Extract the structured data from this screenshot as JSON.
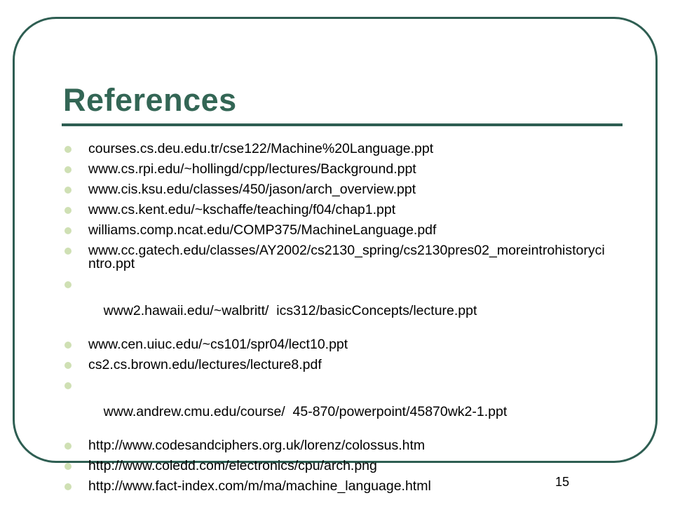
{
  "slide": {
    "title": "References",
    "page_number": "15",
    "accent_color": "#336655",
    "bullet_color": "#cfe0b4",
    "bullet_icon": "bullet-dot-icon"
  },
  "references": [
    "courses.cs.deu.edu.tr/cse122/Machine%20Language.ppt",
    "www.cs.rpi.edu/~hollingd/cpp/lectures/Background.ppt",
    "www.cis.ksu.edu/classes/450/jason/arch_overview.ppt",
    "www.cs.kent.edu/~kschaffe/teaching/f04/chap1.ppt",
    "williams.comp.ncat.edu/COMP375/MachineLanguage.pdf",
    "www.cc.gatech.edu/classes/AY2002/cs2130_spring/cs2130pres02_moreintrohistorycintro.ppt",
    "www2.hawaii.edu/~walbritt/  ics312/basicConcepts/lecture.ppt",
    "www.cen.uiuc.edu/~cs101/spr04/lect10.ppt",
    "cs2.cs.brown.edu/lectures/lecture8.pdf",
    "www.andrew.cmu.edu/course/  45-870/powerpoint/45870wk2-1.ppt",
    "http://www.codesandciphers.org.uk/lorenz/colossus.htm",
    "http://www.coledd.com/electronics/cpu/arch.png",
    "http://www.fact-index.com/m/ma/machine_language.html"
  ]
}
